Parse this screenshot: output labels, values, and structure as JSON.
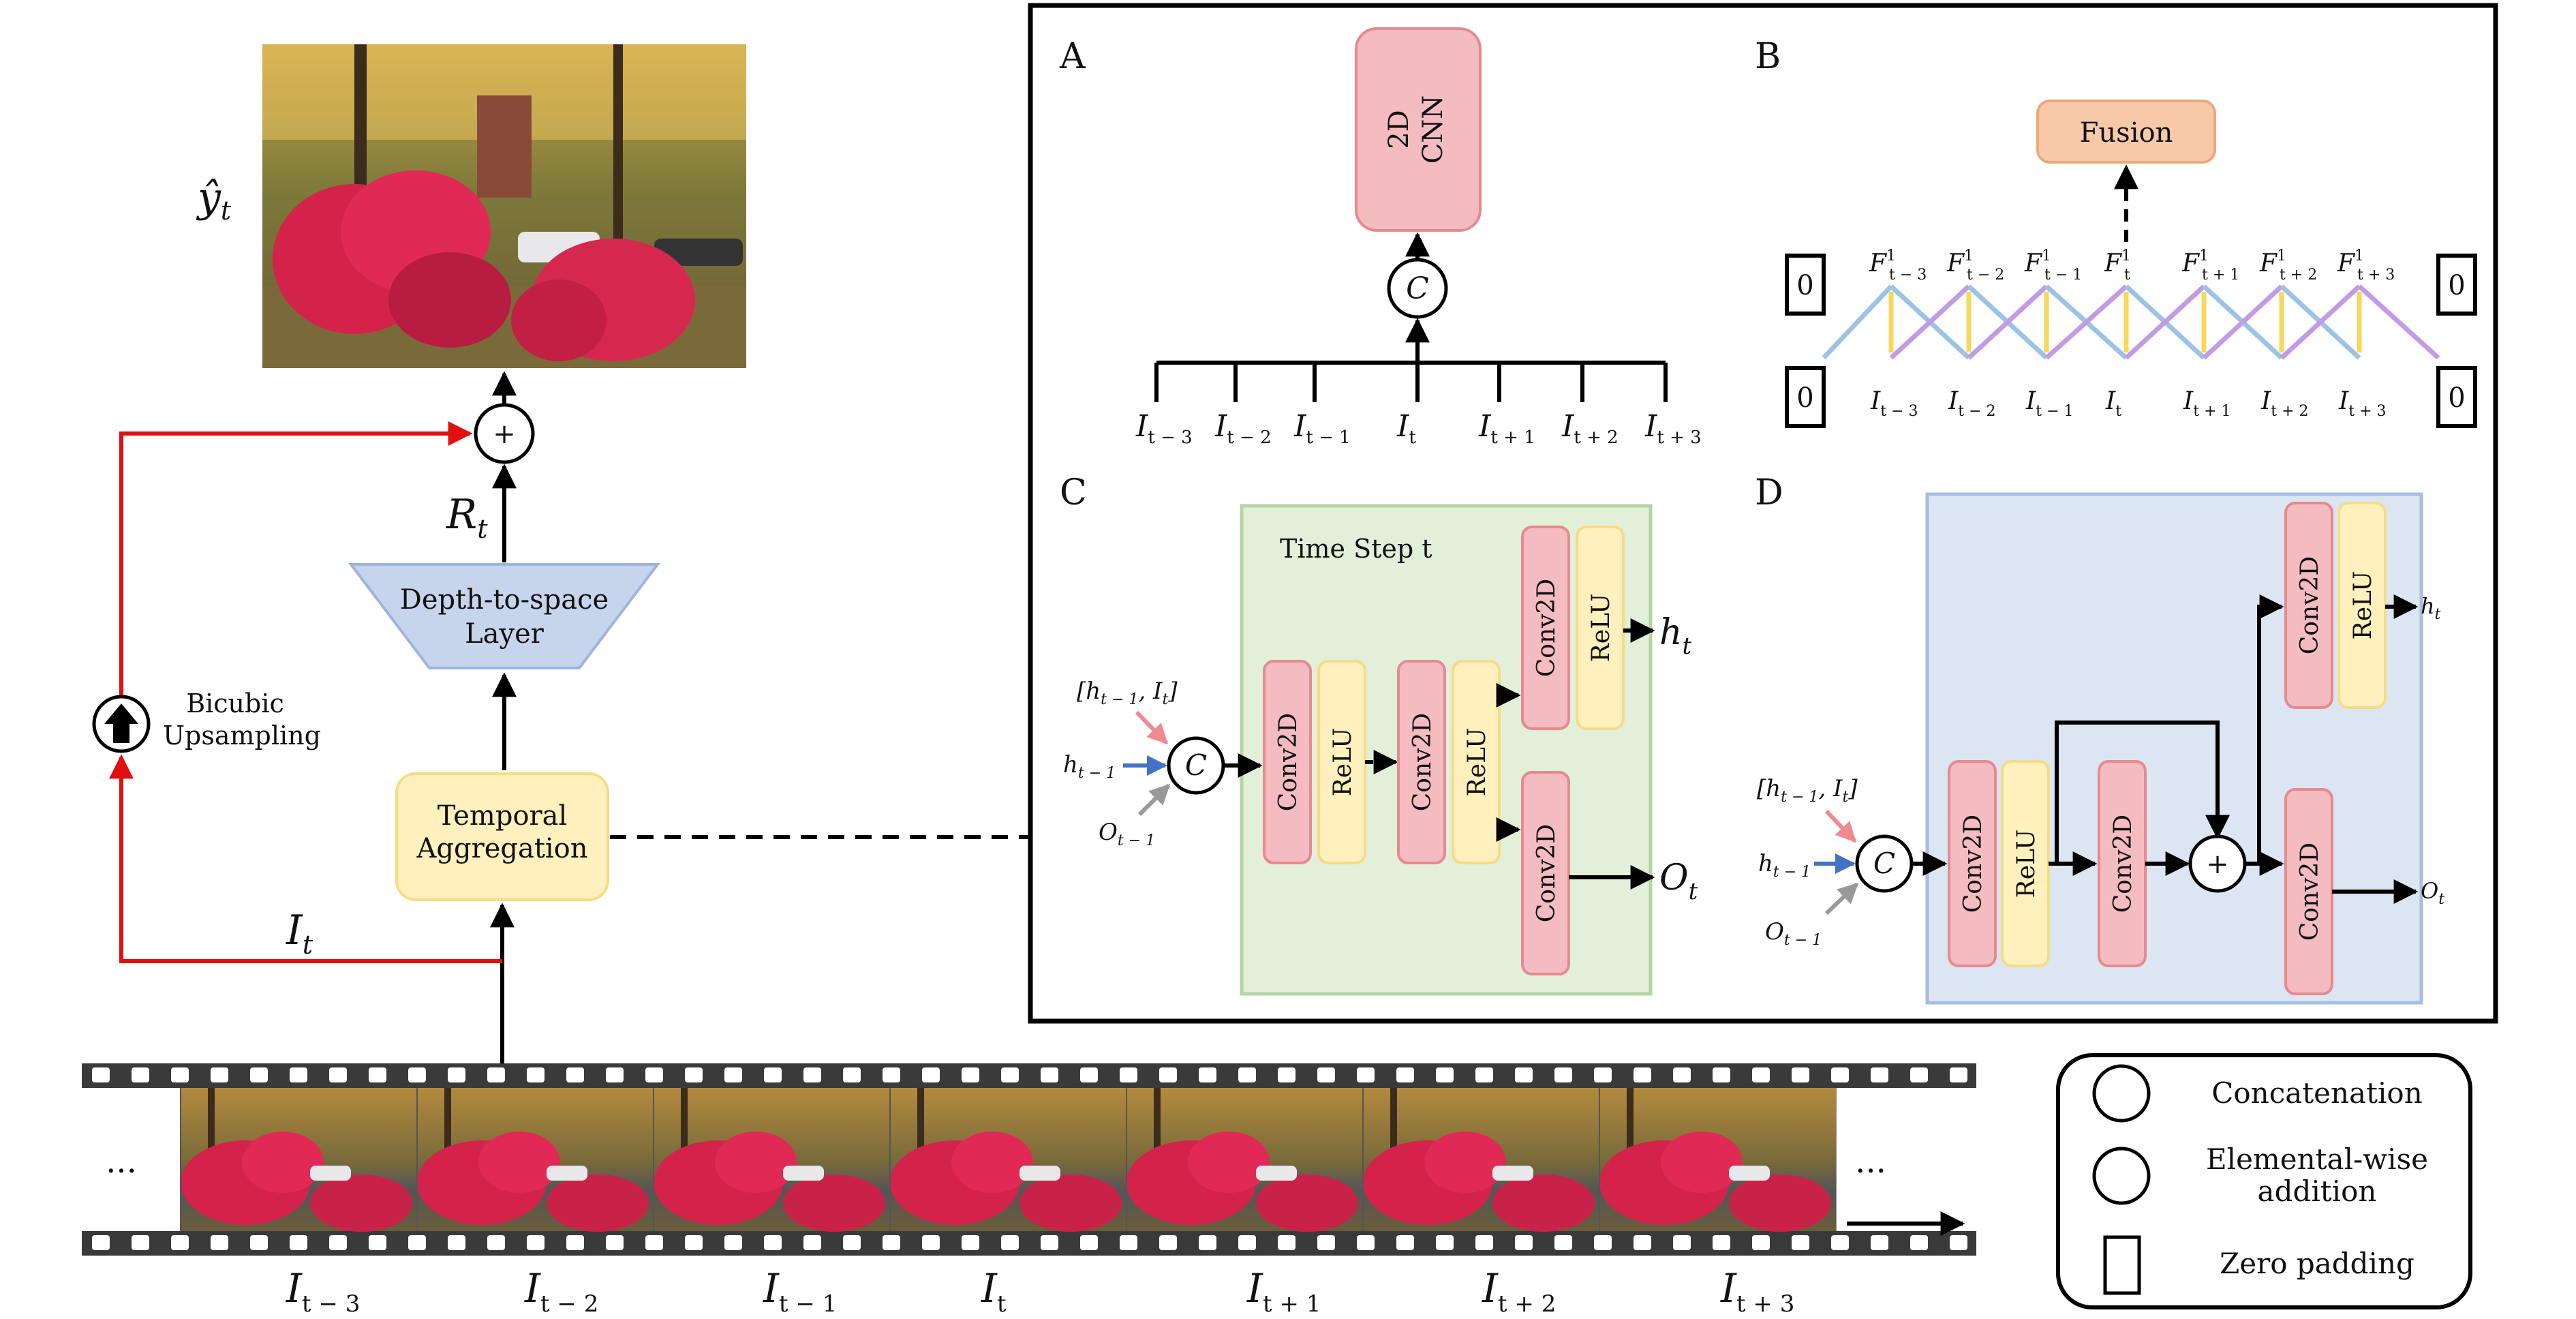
{
  "colors": {
    "red_box_fill": "#f4bcc0",
    "red_box_stroke": "#e58a90",
    "yellow_box_fill": "#fff0bd",
    "yellow_box_stroke": "#f5dc86",
    "blue_box_fill": "#c6d4ec",
    "blue_box_stroke": "#9fb4da",
    "green_panel_fill": "#e2efd9",
    "green_panel_stroke": "#b5d5a4",
    "blue_panel_fill": "#dce6f2",
    "blue_panel_stroke": "#a9bde0",
    "orange_fill": "#f8c9a8",
    "orange_stroke": "#eea77a",
    "red_path": "#e01010",
    "blue_arrow": "#4472c4",
    "pink_arrow": "#ee8a90",
    "gray_arrow": "#999999",
    "bidir_blue": "#9cc3e6",
    "bidir_purple": "#c39be5",
    "bidir_yellow": "#f6d85a"
  },
  "main": {
    "output_label": "ŷ",
    "output_sub": "t",
    "residual_label": "R",
    "residual_sub": "t",
    "plus": "+",
    "depth_to_space": [
      "Depth-to-space",
      "Layer"
    ],
    "temporal_aggregation": [
      "Temporal",
      "Aggregation"
    ],
    "bicubic": [
      "Bicubic",
      "Upsampling"
    ],
    "input_label": "I",
    "input_sub": "t",
    "ellipsis_left": "...",
    "ellipsis_right": "...",
    "film_frame_labels": [
      {
        "base": "I",
        "sub": "t − 3"
      },
      {
        "base": "I",
        "sub": "t − 2"
      },
      {
        "base": "I",
        "sub": "t − 1"
      },
      {
        "base": "I",
        "sub": "t"
      },
      {
        "base": "I",
        "sub": "t + 1"
      },
      {
        "base": "I",
        "sub": "t + 2"
      },
      {
        "base": "I",
        "sub": "t + 3"
      }
    ]
  },
  "panel_a": {
    "letter": "A",
    "cnn": [
      "2D",
      "CNN"
    ],
    "concat": "C",
    "inputs": [
      {
        "base": "I",
        "sub": "t − 3"
      },
      {
        "base": "I",
        "sub": "t − 2"
      },
      {
        "base": "I",
        "sub": "t − 1"
      },
      {
        "base": "I",
        "sub": "t"
      },
      {
        "base": "I",
        "sub": "t + 1"
      },
      {
        "base": "I",
        "sub": "t + 2"
      },
      {
        "base": "I",
        "sub": "t + 3"
      }
    ]
  },
  "panel_b": {
    "letter": "B",
    "fusion": "Fusion",
    "zero": "0",
    "features": [
      {
        "base": "F",
        "sup": "1",
        "sub": "t − 3"
      },
      {
        "base": "F",
        "sup": "1",
        "sub": "t − 2"
      },
      {
        "base": "F",
        "sup": "1",
        "sub": "t − 1"
      },
      {
        "base": "F",
        "sup": "1",
        "sub": "t"
      },
      {
        "base": "F",
        "sup": "1",
        "sub": "t + 1"
      },
      {
        "base": "F",
        "sup": "1",
        "sub": "t + 2"
      },
      {
        "base": "F",
        "sup": "1",
        "sub": "t + 3"
      }
    ],
    "inputs": [
      {
        "base": "I",
        "sub": "t − 3"
      },
      {
        "base": "I",
        "sub": "t − 2"
      },
      {
        "base": "I",
        "sub": "t − 1"
      },
      {
        "base": "I",
        "sub": "t"
      },
      {
        "base": "I",
        "sub": "t + 1"
      },
      {
        "base": "I",
        "sub": "t + 2"
      },
      {
        "base": "I",
        "sub": "t + 3"
      }
    ]
  },
  "panel_c": {
    "letter": "C",
    "title": "Time Step t",
    "conv": "Conv2D",
    "relu": "ReLU",
    "concat": "C",
    "in_hi": "[h",
    "in_hi_sub": "t − 1",
    "in_hi_rest": ", I",
    "in_hi_rest_sub": "t",
    "in_hi_close": "]",
    "h_prev": "h",
    "h_prev_sub": "t − 1",
    "o_prev": "O",
    "o_prev_sub": "t − 1",
    "h_out": "h",
    "h_out_sub": "t",
    "o_out": "O",
    "o_out_sub": "t"
  },
  "panel_d": {
    "letter": "D",
    "conv": "Conv2D",
    "relu": "ReLU",
    "concat": "C",
    "plus": "+",
    "in_hi": "[h",
    "in_hi_sub": "t − 1",
    "in_hi_rest": ", I",
    "in_hi_rest_sub": "t",
    "in_hi_close": "]",
    "h_prev": "h",
    "h_prev_sub": "t − 1",
    "o_prev": "O",
    "o_prev_sub": "t − 1",
    "h_out": "h",
    "h_out_sub": "t",
    "o_out": "O",
    "o_out_sub": "t"
  },
  "legend": {
    "concatenation": "Concatenation",
    "addition": [
      "Elemental-wise",
      "addition"
    ],
    "zero_padding": "Zero padding"
  }
}
